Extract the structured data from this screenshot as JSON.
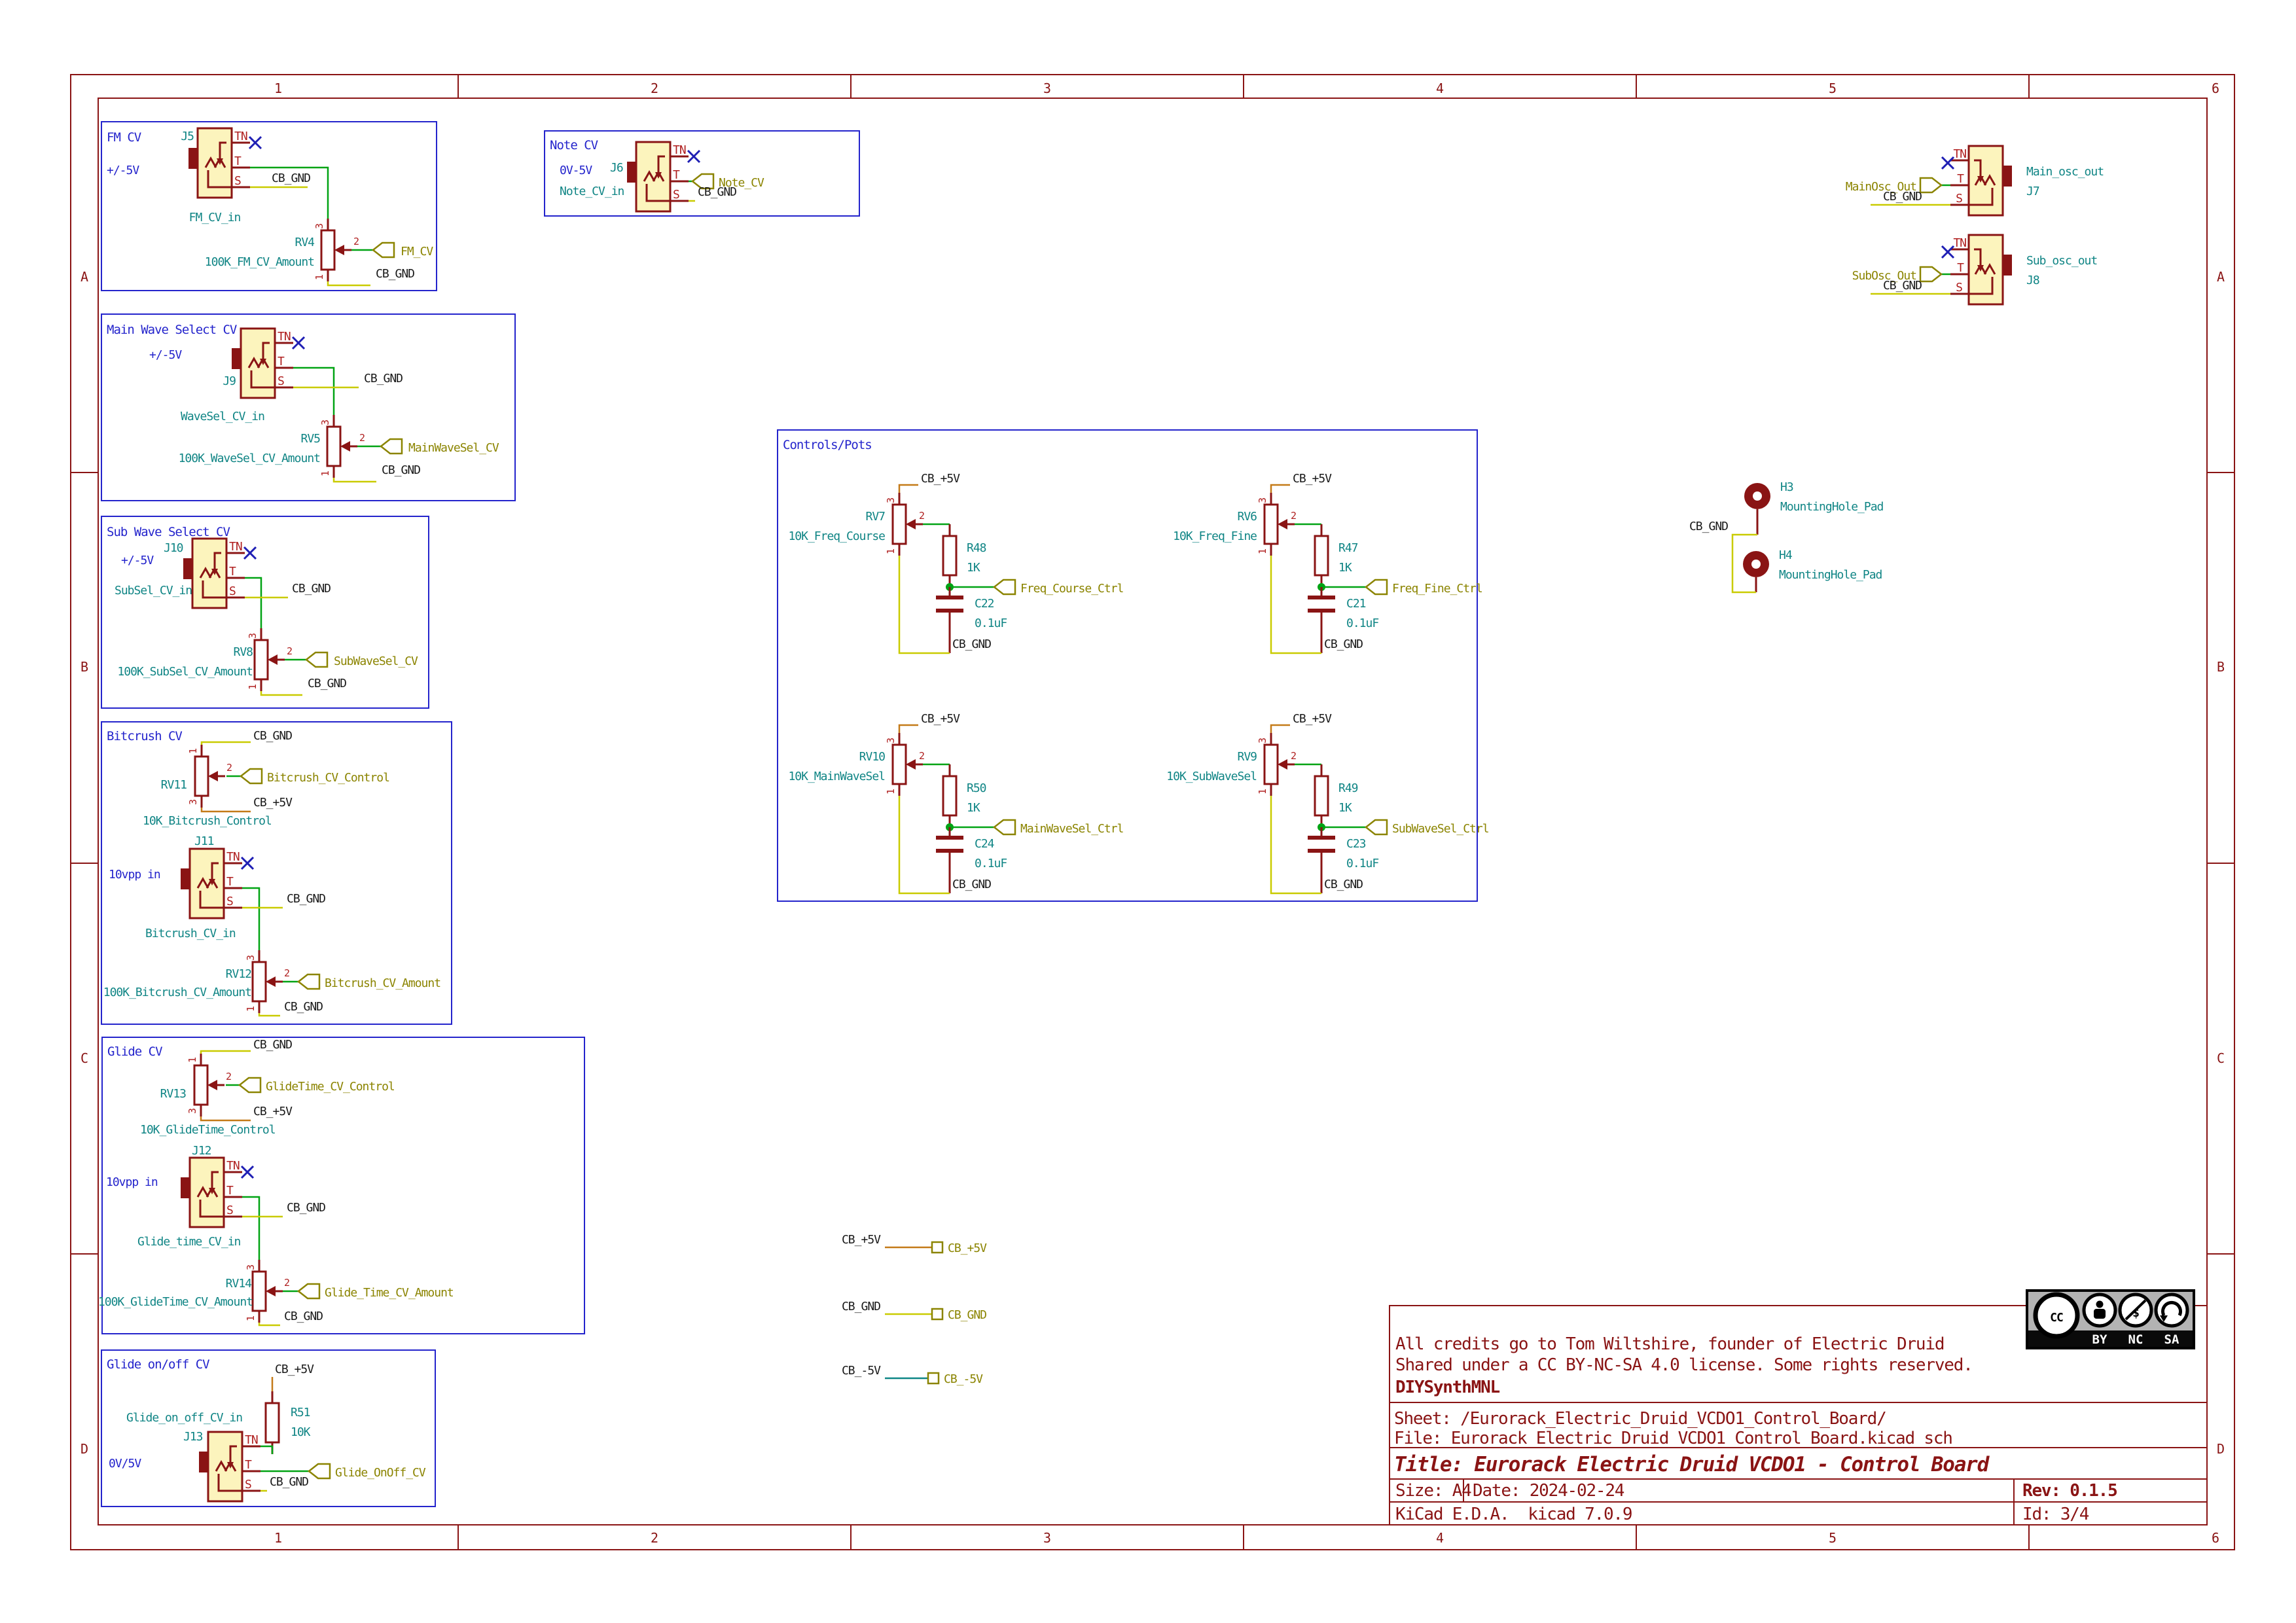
{
  "sheet": {
    "zones_h": [
      "1",
      "2",
      "3",
      "4",
      "5",
      "6"
    ],
    "zones_v": [
      "A",
      "B",
      "C",
      "D"
    ],
    "tb": {
      "credit1": "All credits go to Tom Wiltshire, founder of Electric Druid",
      "credit2": "Shared under a CC BY-NC-SA 4.0 license. Some rights reserved.",
      "credit3": "DIYSynthMNL",
      "sheet": "Sheet: /Eurorack_Electric_Druid_VCDO1_Control_Board/",
      "file": "File: Eurorack_Electric_Druid_VCDO1_Control_Board.kicad_sch",
      "title": "Title: Eurorack Electric Druid VCDO1 - Control Board",
      "size": "Size: A4",
      "date": "Date: 2024-02-24",
      "rev": "Rev: 0.1.5",
      "tool": "KiCad E.D.A.  kicad 7.0.9",
      "id": "Id: 3/4",
      "cc_cc": "CC",
      "cc_by": "BY",
      "cc_nc": "NC",
      "cc_sa": "SA",
      "cc_dollar": "$"
    }
  },
  "pins": {
    "tn": "TN",
    "t": "T",
    "s": "S",
    "n1": "1",
    "n2": "2",
    "n3": "3"
  },
  "nets": {
    "gnd": "CB_GND",
    "p5": "CB_+5V",
    "n5": "CB_-5V"
  },
  "fm": {
    "title": "FM CV",
    "range": "+/-5V",
    "jack_ref": "J5",
    "jack_val": "FM_CV_in",
    "pot_ref": "RV4",
    "pot_val": "100K_FM_CV_Amount",
    "out": "FM_CV"
  },
  "mainwave": {
    "title": "Main Wave Select CV",
    "range": "+/-5V",
    "jack_ref": "J9",
    "jack_val": "WaveSel_CV_in",
    "pot_ref": "RV5",
    "pot_val": "100K_WaveSel_CV_Amount",
    "out": "MainWaveSel_CV"
  },
  "subwave": {
    "title": "Sub Wave Select CV",
    "range": "+/-5V",
    "jack_ref": "J10",
    "jack_val": "SubSel_CV_in",
    "pot_ref": "RV8",
    "pot_val": "100K_SubSel_CV_Amount",
    "out": "SubWaveSel_CV"
  },
  "bitcrush": {
    "title": "Bitcrush CV",
    "pot2_ref": "RV11",
    "pot2_val": "10K_Bitcrush_Control",
    "out2": "Bitcrush_CV_Control",
    "range": "10vpp in",
    "jack_ref": "J11",
    "jack_val": "Bitcrush_CV_in",
    "pot_ref": "RV12",
    "pot_val": "100K_Bitcrush_CV_Amount",
    "out": "Bitcrush_CV_Amount"
  },
  "glide": {
    "title": "Glide CV",
    "pot2_ref": "RV13",
    "pot2_val": "10K_GlideTime_Control",
    "out2": "GlideTime_CV_Control",
    "range": "10vpp in",
    "jack_ref": "J12",
    "jack_val": "Glide_time_CV_in",
    "pot_ref": "RV14",
    "pot_val": "100K_GlideTime_CV_Amount",
    "out": "Glide_Time_CV_Amount"
  },
  "glideonoff": {
    "title": "Glide on/off CV",
    "res_ref": "R51",
    "res_val": "10K",
    "jack_lbl": "Glide_on_off_CV_in",
    "jack_ref": "J13",
    "range": "0V/5V",
    "out": "Glide_OnOff_CV"
  },
  "note": {
    "title": "Note CV",
    "range": "0V-5V",
    "jack_val": "Note_CV_in",
    "jack_ref": "J6",
    "out": "Note_CV"
  },
  "controls": {
    "title": "Controls/Pots",
    "cells": [
      {
        "pot_ref": "RV7",
        "pot_val": "10K_Freq_Course",
        "res_ref": "R48",
        "res_val": "1K",
        "cap_ref": "C22",
        "cap_val": "0.1uF",
        "out": "Freq_Course_Ctrl"
      },
      {
        "pot_ref": "RV6",
        "pot_val": "10K_Freq_Fine",
        "res_ref": "R47",
        "res_val": "1K",
        "cap_ref": "C21",
        "cap_val": "0.1uF",
        "out": "Freq_Fine_Ctrl"
      },
      {
        "pot_ref": "RV10",
        "pot_val": "10K_MainWaveSel",
        "res_ref": "R50",
        "res_val": "1K",
        "cap_ref": "C24",
        "cap_val": "0.1uF",
        "out": "MainWaveSel_Ctrl"
      },
      {
        "pot_ref": "RV9",
        "pot_val": "10K_SubWaveSel",
        "res_ref": "R49",
        "res_val": "1K",
        "cap_ref": "C23",
        "cap_val": "0.1uF",
        "out": "SubWaveSel_Ctrl"
      }
    ]
  },
  "outs": {
    "main_net": "MainOsc_Out",
    "main_val": "Main_osc_out",
    "main_ref": "J7",
    "sub_net": "SubOsc_Out",
    "sub_val": "Sub_osc_out",
    "sub_ref": "J8"
  },
  "mount": {
    "h3": "H3",
    "h4": "H4",
    "val": "MountingHole_Pad"
  }
}
